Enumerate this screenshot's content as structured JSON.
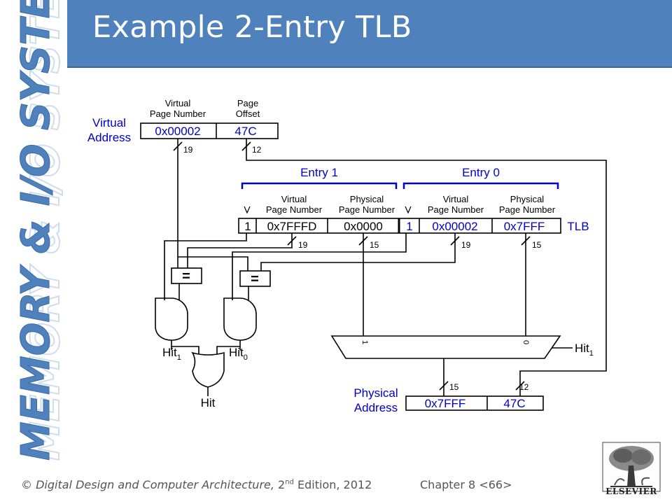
{
  "slide": {
    "title": "Example 2-Entry TLB",
    "side_banner": "MEMORY & I/O SYSTEMS",
    "footer": {
      "copyright_symbol": "©",
      "book_title": "Digital Design and Computer Architecture,",
      "edition_num": "2",
      "edition_sup": "nd",
      "edition_rest": "Edition, 2012",
      "chapter": "Chapter 8 <66>"
    },
    "publisher": "ELSEVIER"
  },
  "colors": {
    "header": "#4f81bd",
    "accent_blue": "#0000cc",
    "banner": "#4f81bd"
  },
  "diagram": {
    "virtual_address": {
      "label_line1": "Virtual",
      "label_line2": "Address",
      "vpn_header_line1": "Virtual",
      "vpn_header_line2": "Page Number",
      "offset_header_line1": "Page",
      "offset_header_line2": "Offset",
      "vpn_value": "0x00002",
      "offset_value": "47C",
      "vpn_bits": "19",
      "offset_bits": "12"
    },
    "tlb": {
      "label": "TLB",
      "entry1": {
        "label": "Entry 1",
        "valid_header": "V",
        "vpn_header_line1": "Virtual",
        "vpn_header_line2": "Page Number",
        "ppn_header_line1": "Physical",
        "ppn_header_line2": "Page Number",
        "valid": "1",
        "vpn": "0x7FFFD",
        "ppn": "0x0000",
        "vpn_bits": "19",
        "ppn_bits": "15"
      },
      "entry0": {
        "label": "Entry 0",
        "valid_header": "V",
        "vpn_header_line1": "Virtual",
        "vpn_header_line2": "Page Number",
        "ppn_header_line1": "Physical",
        "ppn_header_line2": "Page Number",
        "valid": "1",
        "vpn": "0x00002",
        "ppn": "0x7FFF",
        "vpn_bits": "19",
        "ppn_bits": "15"
      }
    },
    "comparator_symbol": "=",
    "hit1": {
      "base": "Hit",
      "sub": "1"
    },
    "hit0": {
      "base": "Hit",
      "sub": "0"
    },
    "hit": "Hit",
    "mux": {
      "input1": "1",
      "input0": "0",
      "select_base": "Hit",
      "select_sub": "1"
    },
    "physical_address": {
      "label_line1": "Physical",
      "label_line2": "Address",
      "ppn_value": "0x7FFF",
      "offset_value": "47C",
      "ppn_bits": "15",
      "offset_bits": "12"
    }
  }
}
